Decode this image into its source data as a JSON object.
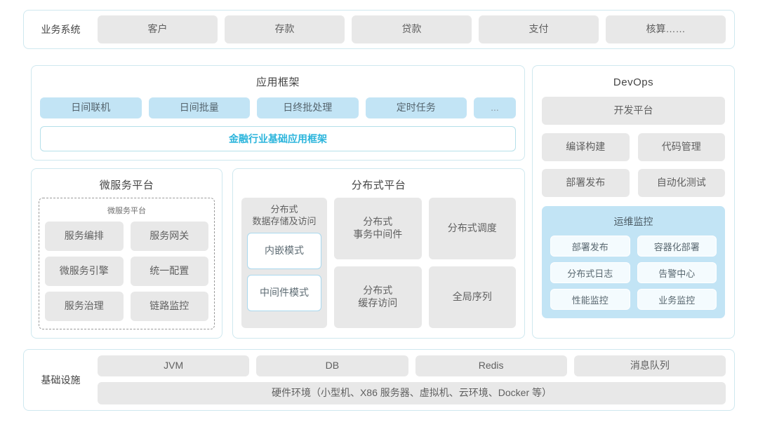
{
  "business_row": {
    "label": "业务系统",
    "items": [
      "客户",
      "存款",
      "贷款",
      "支付",
      "核算……"
    ]
  },
  "app_framework": {
    "title": "应用框架",
    "tiles": [
      "日间联机",
      "日间批量",
      "日终批处理",
      "定时任务",
      "..."
    ],
    "banner": "金融行业基础应用框架",
    "banner_color": "#2cb5dc"
  },
  "microservice": {
    "title": "微服务平台",
    "inner_title": "微服务平台",
    "tiles": [
      "服务编排",
      "服务网关",
      "微服务引擎",
      "统一配置",
      "服务治理",
      "链路监控"
    ]
  },
  "distributed": {
    "title": "分布式平台",
    "left_column": {
      "label": "分布式\n数据存储及访问",
      "sub_tiles": [
        "内嵌模式",
        "中间件模式"
      ]
    },
    "right_tiles": [
      "分布式\n事务中间件",
      "分布式调度",
      "分布式\n缓存访问",
      "全局序列"
    ]
  },
  "devops": {
    "title": "DevOps",
    "wide_tile": "开发平台",
    "tiles": [
      "编译构建",
      "代码管理",
      "部署发布",
      "自动化测试"
    ],
    "ops": {
      "title": "运维监控",
      "tiles": [
        "部署发布",
        "容器化部署",
        "分布式日志",
        "告警中心",
        "性能监控",
        "业务监控"
      ]
    }
  },
  "infrastructure": {
    "label": "基础设施",
    "items": [
      "JVM",
      "DB",
      "Redis",
      "消息队列"
    ],
    "hardware": "硬件环境（小型机、X86 服务器、虚拟机、云环境、Docker 等）"
  },
  "colors": {
    "panel_border": "#cfe8ef",
    "tile_grey": "#e8e8e8",
    "tile_blue": "#c2e4f5",
    "accent": "#2cb5dc"
  }
}
